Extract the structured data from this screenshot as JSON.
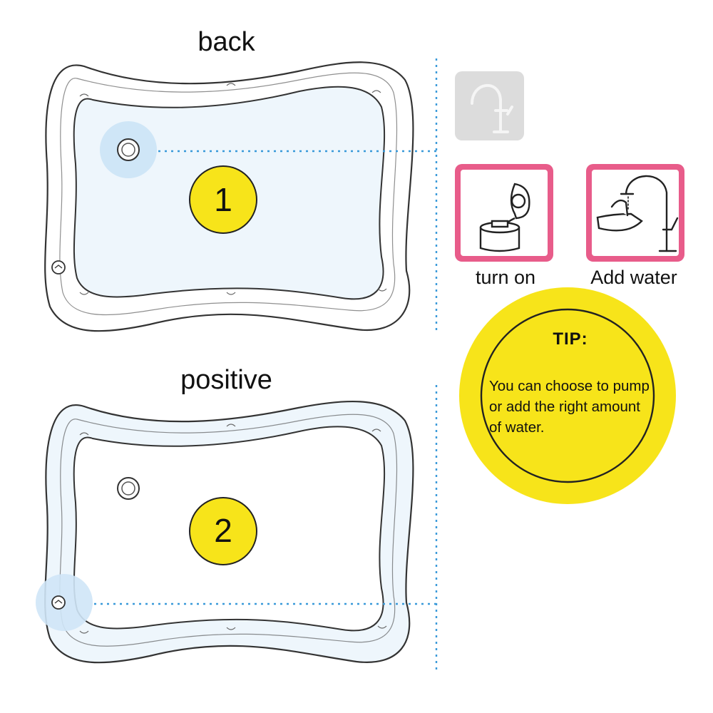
{
  "labels": {
    "back": "back",
    "positive": "positive"
  },
  "steps": [
    {
      "number": "1"
    },
    {
      "number": "2"
    }
  ],
  "instructions": {
    "turn_on": "turn on",
    "add_water": "Add water"
  },
  "tip": {
    "title": "TIP:",
    "text": "You can choose to pump or add the right amount of water."
  },
  "colors": {
    "yellow": "#f7e41a",
    "pink": "#e85c8a",
    "dotted_line": "#3a9ad9",
    "mat_fill_blue": "#eef6fc",
    "highlight_blue": "#cfe6f7",
    "inactive_tile": "#dcdcdc"
  },
  "icons": {
    "faucet_inactive": "faucet-icon",
    "valve_turn_on": "valve-cap-icon",
    "faucet_add_water": "faucet-icon"
  }
}
